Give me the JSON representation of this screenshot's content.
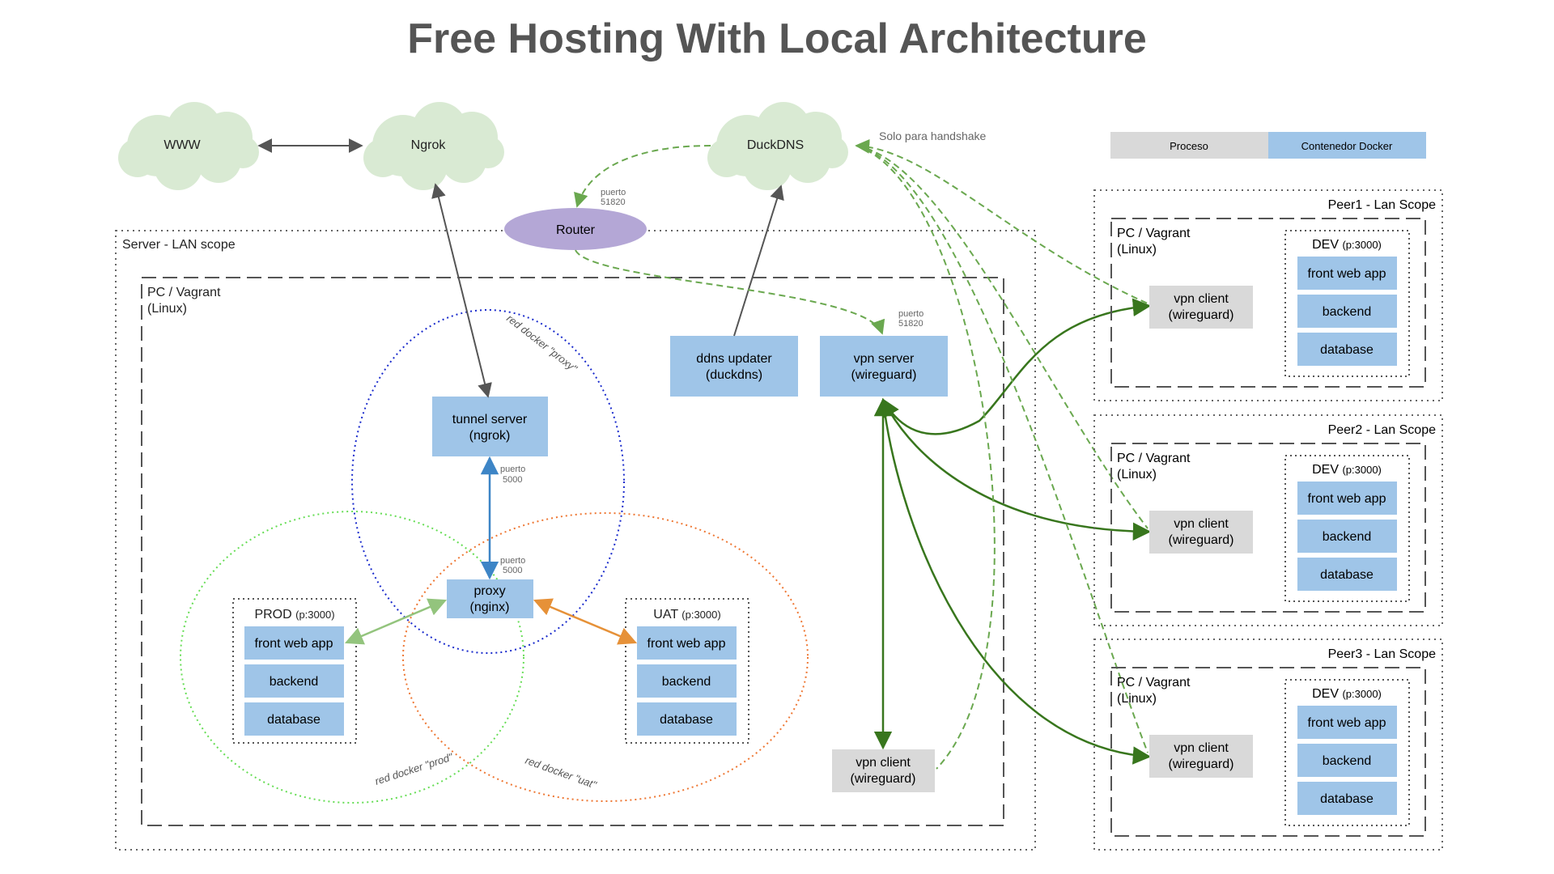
{
  "title": "Free Hosting With Local Architecture",
  "colors": {
    "cloud": "#d9ead3",
    "process": "#d9d9d9",
    "container": "#9fc5e8",
    "router": "#b4a7d6",
    "green_link": "#38761d",
    "green_dashed": "#6aa84f",
    "blue_link": "#3d85c6",
    "orange_link": "#e69138",
    "light_green_link": "#93c47d",
    "arrow_gray": "#555555"
  },
  "legend": {
    "process": "Proceso",
    "container": "Contenedor Docker"
  },
  "clouds": {
    "www": "WWW",
    "ngrok": "Ngrok",
    "duckdns": "DuckDNS"
  },
  "annotations": {
    "handshake": "Solo para handshake",
    "port_label": "puerto",
    "port_51820": "51820",
    "port_5000": "5000"
  },
  "router": "Router",
  "server": {
    "scope": "Server - LAN scope",
    "pc_line1": "PC / Vagrant",
    "pc_line2": "(Linux)",
    "tunnel": {
      "line1": "tunnel server",
      "line2": "(ngrok)"
    },
    "proxy": {
      "line1": "proxy",
      "line2": "(nginx)"
    },
    "ddns": {
      "line1": "ddns updater",
      "line2": "(duckdns)"
    },
    "vpn_server": {
      "line1": "vpn server",
      "line2": "(wireguard)"
    },
    "vpn_client": {
      "line1": "vpn client",
      "line2": "(wireguard)"
    },
    "network_proxy": "red docker \"proxy\"",
    "network_prod": "red docker \"prod\"",
    "network_uat": "red docker \"uat\"",
    "prod": {
      "name": "PROD",
      "port": "(p:3000)"
    },
    "uat": {
      "name": "UAT",
      "port": "(p:3000)"
    }
  },
  "stack": [
    "front web app",
    "backend",
    "database"
  ],
  "peers": [
    {
      "scope": "Peer1 - Lan Scope",
      "pc_line1": "PC / Vagrant",
      "pc_line2": "(Linux)",
      "env": "DEV",
      "port": "(p:3000)",
      "vpn_line1": "vpn client",
      "vpn_line2": "(wireguard)"
    },
    {
      "scope": "Peer2 - Lan Scope",
      "pc_line1": "PC / Vagrant",
      "pc_line2": "(Linux)",
      "env": "DEV",
      "port": "(p:3000)",
      "vpn_line1": "vpn client",
      "vpn_line2": "(wireguard)"
    },
    {
      "scope": "Peer3 - Lan Scope",
      "pc_line1": "PC / Vagrant",
      "pc_line2": "(Linux)",
      "env": "DEV",
      "port": "(p:3000)",
      "vpn_line1": "vpn client",
      "vpn_line2": "(wireguard)"
    }
  ]
}
